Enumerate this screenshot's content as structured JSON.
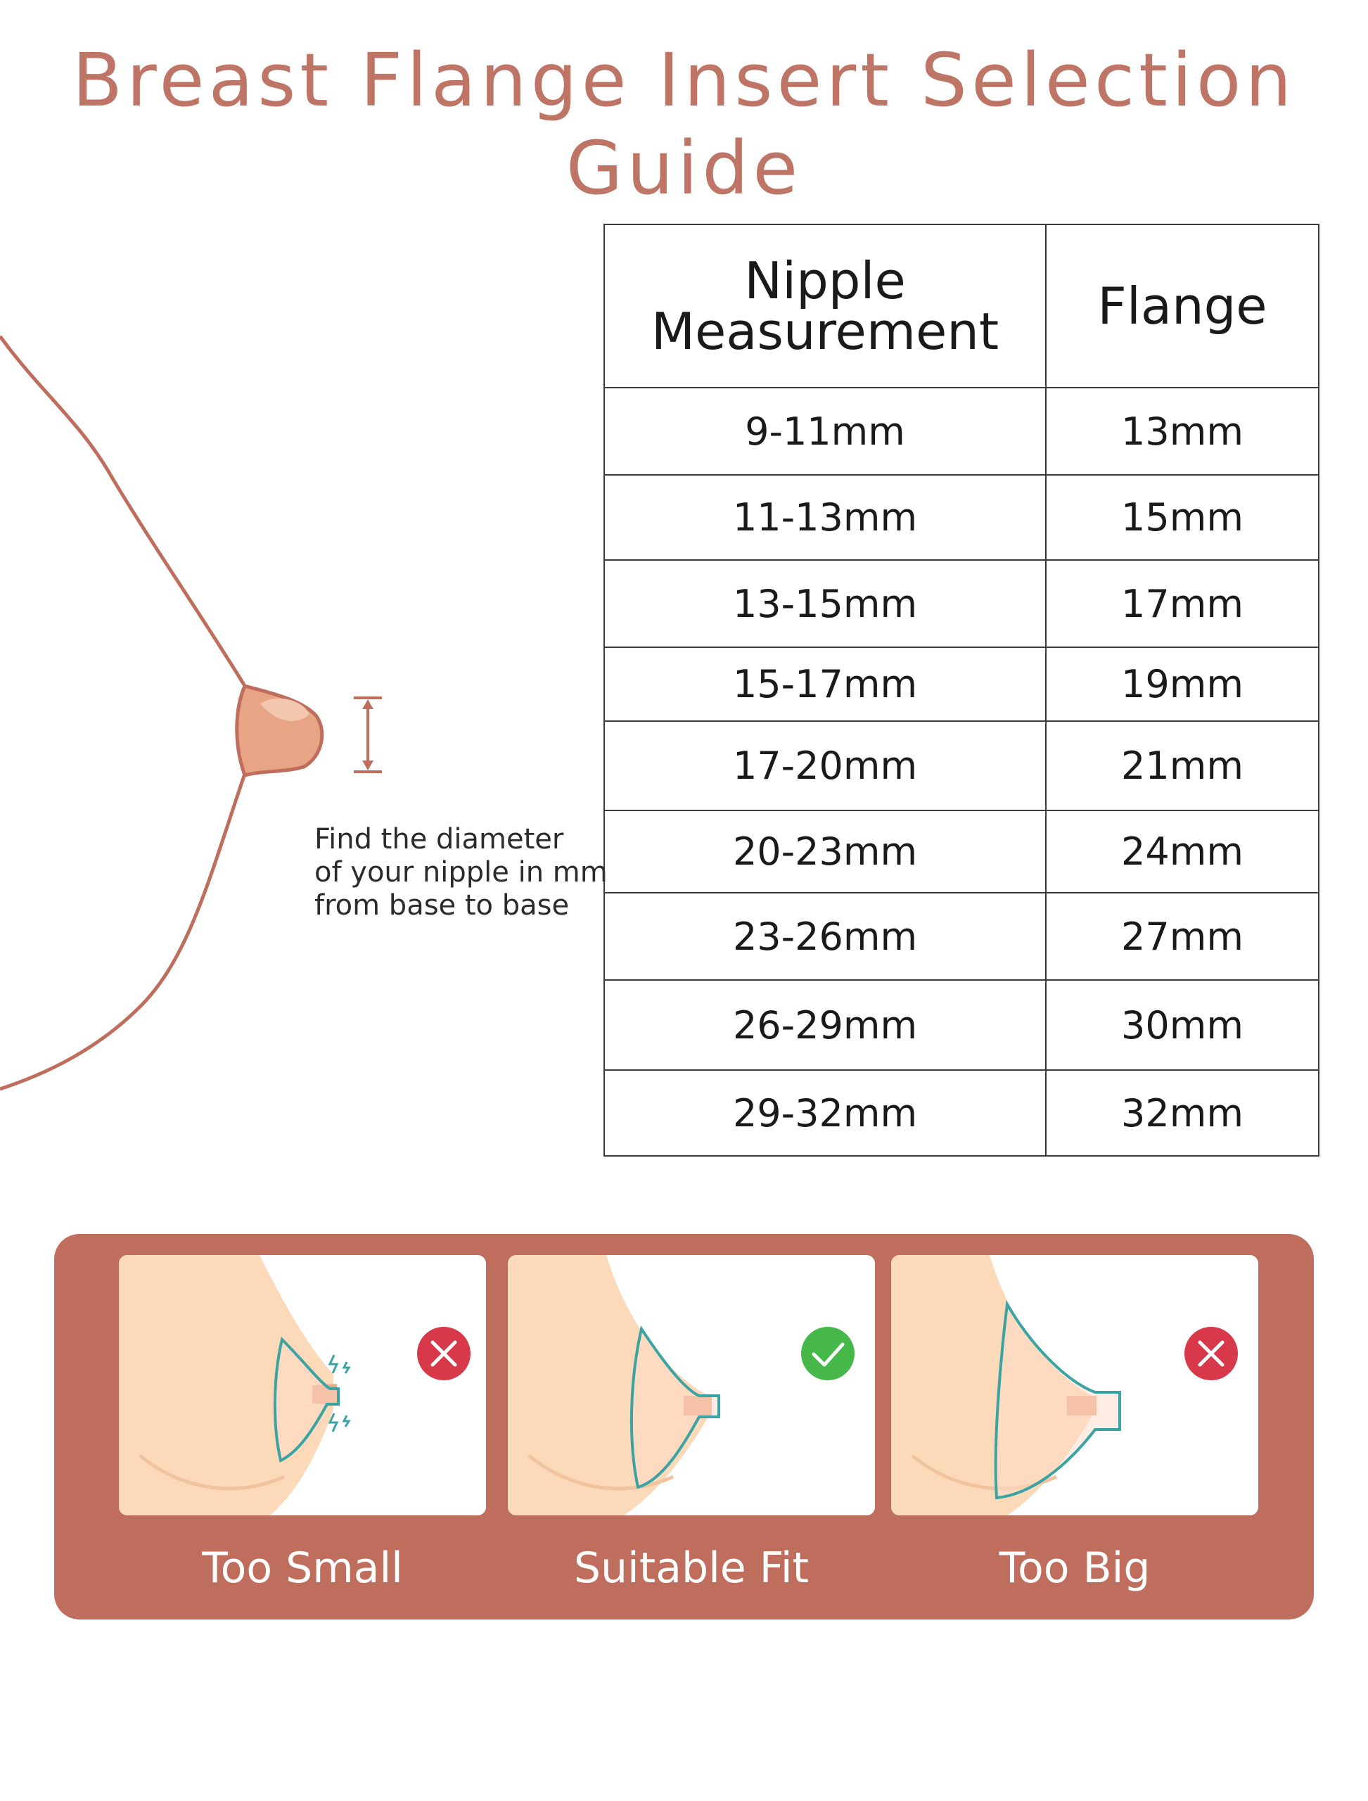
{
  "title": "Breast Flange Insert Selection Guide",
  "instruction": {
    "lines": [
      "Find the diameter",
      "of your nipple in mm",
      "from base to base"
    ]
  },
  "table": {
    "headers": {
      "measurement_line1": "Nipple",
      "measurement_line2": "Measurement",
      "flange": "Flange"
    },
    "rows": [
      {
        "measurement": "9-11mm",
        "flange": "13mm"
      },
      {
        "measurement": "11-13mm",
        "flange": "15mm"
      },
      {
        "measurement": "13-15mm",
        "flange": "17mm"
      },
      {
        "measurement": "15-17mm",
        "flange": "19mm"
      },
      {
        "measurement": "17-20mm",
        "flange": "21mm"
      },
      {
        "measurement": "20-23mm",
        "flange": "24mm"
      },
      {
        "measurement": "23-26mm",
        "flange": "27mm"
      },
      {
        "measurement": "26-29mm",
        "flange": "30mm"
      },
      {
        "measurement": "29-32mm",
        "flange": "32mm"
      }
    ]
  },
  "fit_examples": [
    {
      "label": "Too Small",
      "status": "incorrect",
      "icon": "x-mark-icon"
    },
    {
      "label": "Suitable Fit",
      "status": "correct",
      "icon": "check-mark-icon"
    },
    {
      "label": "Too Big",
      "status": "incorrect",
      "icon": "x-mark-icon"
    }
  ],
  "colors": {
    "title": "#bf7565",
    "panel": "#bf6e5e",
    "skin": "#fbd9b9",
    "nipple": "#e8a585",
    "flange_outline": "#3aa4a4",
    "incorrect": "#d8394a",
    "correct": "#46b84a"
  }
}
